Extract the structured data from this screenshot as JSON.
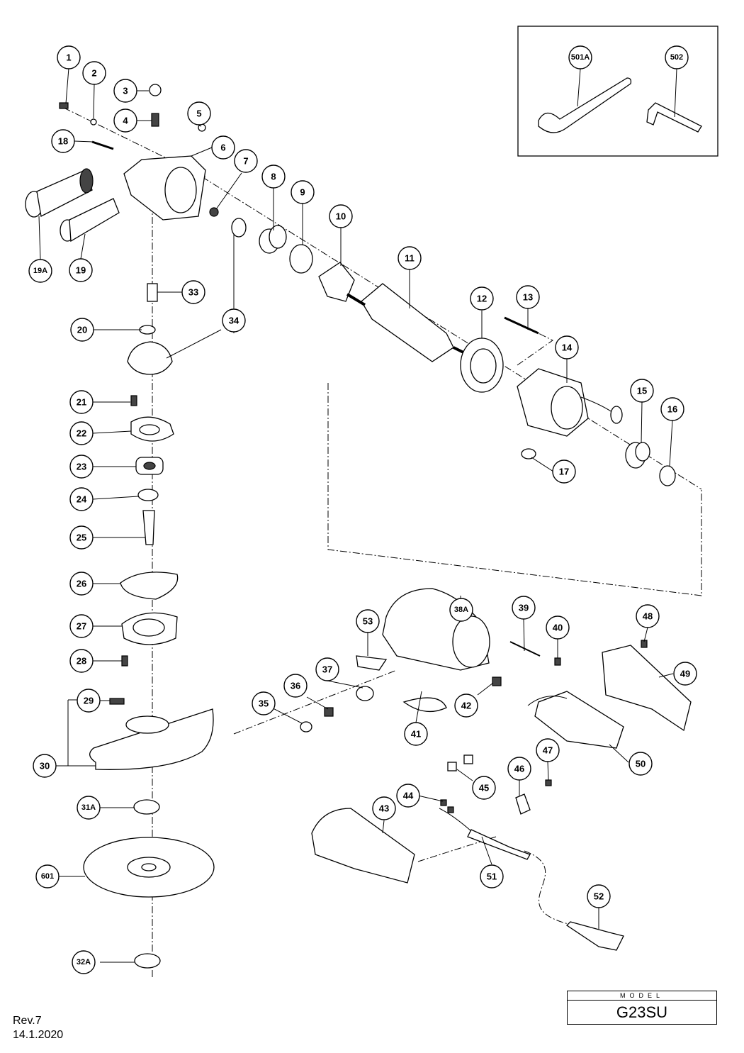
{
  "accessory_parts": [
    "501A",
    "502"
  ],
  "callouts": [
    "1",
    "2",
    "3",
    "4",
    "5",
    "6",
    "7",
    "8",
    "9",
    "10",
    "11",
    "12",
    "13",
    "14",
    "15",
    "16",
    "17",
    "18",
    "19",
    "19A",
    "20",
    "21",
    "22",
    "23",
    "24",
    "25",
    "26",
    "27",
    "28",
    "29",
    "30",
    "31A",
    "32A",
    "33",
    "34",
    "35",
    "36",
    "37",
    "38A",
    "39",
    "40",
    "41",
    "42",
    "43",
    "44",
    "45",
    "46",
    "47",
    "48",
    "49",
    "50",
    "51",
    "52",
    "53",
    "501A",
    "502",
    "601"
  ],
  "model": {
    "label": "MODEL",
    "name": "G23SU"
  },
  "revision": {
    "rev": "Rev.7",
    "date": "14.1.2020"
  }
}
